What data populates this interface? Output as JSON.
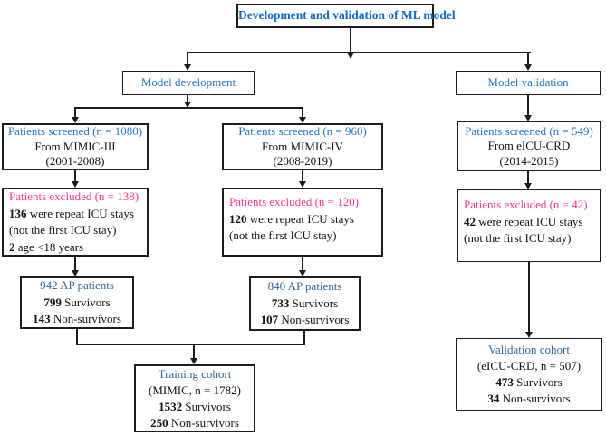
{
  "colors": {
    "title_blue": "#0e6cc4",
    "accent_blue": "#2178cc",
    "steel_blue": "#31659c",
    "pink": "#ff3399",
    "ink": "#1c1c1c"
  },
  "title": {
    "label": "Development and validation of ML model"
  },
  "branches": {
    "development": {
      "label": "Model development"
    },
    "validation": {
      "label": "Model validation"
    }
  },
  "screened": {
    "mimic3": {
      "header": "Patients screened (n = 1080)",
      "source": "From MIMIC-III",
      "years": "(2001-2008)"
    },
    "mimic4": {
      "header": "Patients screened (n = 960)",
      "source": "From MIMIC-IV",
      "years": "(2008-2019)"
    },
    "eicu": {
      "header": "Patients screened (n = 549)",
      "source": "From eICU-CRD",
      "years": "(2014-2015)"
    }
  },
  "excluded": {
    "mimic3": {
      "header": "Patients excluded (n = 138)",
      "lines": [
        {
          "value": "136",
          "text": " were repeat ICU stays"
        },
        {
          "value": "",
          "text": "(not the first ICU stay)"
        },
        {
          "value": "2",
          "text": " age <18 years"
        }
      ]
    },
    "mimic4": {
      "header": "Patients excluded (n = 120)",
      "lines": [
        {
          "value": "120",
          "text": " were repeat ICU stays"
        },
        {
          "value": "",
          "text": "(not the first ICU stay)"
        }
      ]
    },
    "eicu": {
      "header": "Patients excluded (n = 42)",
      "lines": [
        {
          "value": "42",
          "text": " were repeat ICU stays"
        },
        {
          "value": "",
          "text": "(not the first ICU stay)"
        }
      ]
    }
  },
  "ap": {
    "mimic3": {
      "header": "942 AP patients",
      "survivors": {
        "value": "799",
        "label": " Survivors"
      },
      "nonsurvivors": {
        "value": "143",
        "label": " Non-survivors"
      }
    },
    "mimic4": {
      "header": "840 AP patients",
      "survivors": {
        "value": "733",
        "label": " Survivors"
      },
      "nonsurvivors": {
        "value": "107",
        "label": " Non-survivors"
      }
    }
  },
  "cohorts": {
    "training": {
      "title": "Training cohort",
      "subtitle": "(MIMIC, n = 1782)",
      "survivors": {
        "value": "1532",
        "label": " Survivors"
      },
      "nonsurvivors": {
        "value": "250",
        "label": " Non-survivors"
      }
    },
    "validation": {
      "title": "Validation cohort",
      "subtitle": "(eICU-CRD, n = 507)",
      "survivors": {
        "value": "473",
        "label": " Survivors"
      },
      "nonsurvivors": {
        "value": "34",
        "label": " Non-survivors"
      }
    }
  }
}
